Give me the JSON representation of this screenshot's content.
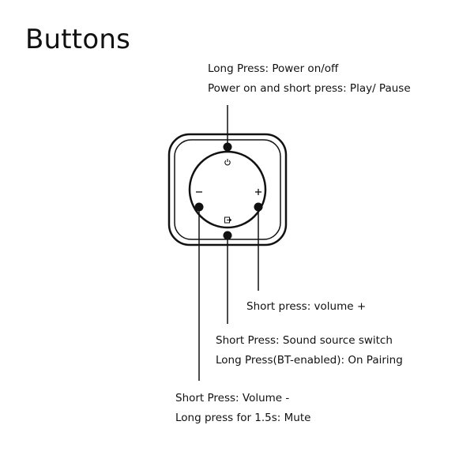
{
  "title": "Buttons",
  "icons": {
    "top": "power-icon",
    "left": "minus-icon",
    "right": "plus-icon",
    "bottom": "source-switch-icon"
  },
  "annotations": {
    "power": {
      "line1": "Long Press: Power on/off",
      "line2": "Power on and short press: Play/ Pause"
    },
    "volume_up": {
      "line1": "Short press: volume +"
    },
    "source": {
      "line1": "Short Press: Sound source switch",
      "line2": "Long Press(BT-enabled): On Pairing"
    },
    "volume_down": {
      "line1": "Short Press: Volume -",
      "line2": "Long press for 1.5s: Mute"
    }
  }
}
